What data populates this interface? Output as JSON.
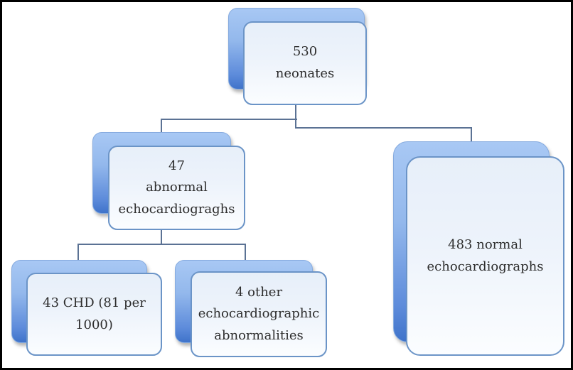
{
  "palette": {
    "page_border": "#000000",
    "shadow_box_top": "#a8c8f4",
    "shadow_box_bottom": "#3f73ca",
    "front_box_fill_top": "#e7eff9",
    "front_box_fill_bottom": "#fbfdff",
    "front_box_border": "#6b94c7",
    "connector": "#5b7294",
    "text": "#2d2d2d"
  },
  "diagram": {
    "type": "flowchart-hierarchy",
    "nodes": {
      "neonates": {
        "lines": [
          "530",
          "neonates"
        ],
        "full_text": "530 neonates"
      },
      "abnormal": {
        "lines": [
          "47",
          "abnormal",
          "echocardiograghs"
        ],
        "full_text": "47 abnormal echocardiograghs"
      },
      "normal": {
        "lines": [
          "483 normal",
          "echocardiographs"
        ],
        "full_text": "483 normal echocardiographs"
      },
      "chd": {
        "lines": [
          "43 CHD (81 per",
          "1000)"
        ],
        "full_text": "43 CHD (81 per 1000)"
      },
      "other": {
        "lines": [
          "4 other",
          "echocardiographic",
          "abnormalities"
        ],
        "full_text": "4 other echocardiographic abnormalities"
      }
    },
    "edges": [
      {
        "from": "530 neonates",
        "to": "47 abnormal echocardiograghs"
      },
      {
        "from": "530 neonates",
        "to": "483 normal echocardiographs"
      },
      {
        "from": "47 abnormal echocardiograghs",
        "to": "43 CHD (81 per 1000)"
      },
      {
        "from": "47 abnormal echocardiograghs",
        "to": "4 other echocardiographic abnormalities"
      }
    ]
  }
}
